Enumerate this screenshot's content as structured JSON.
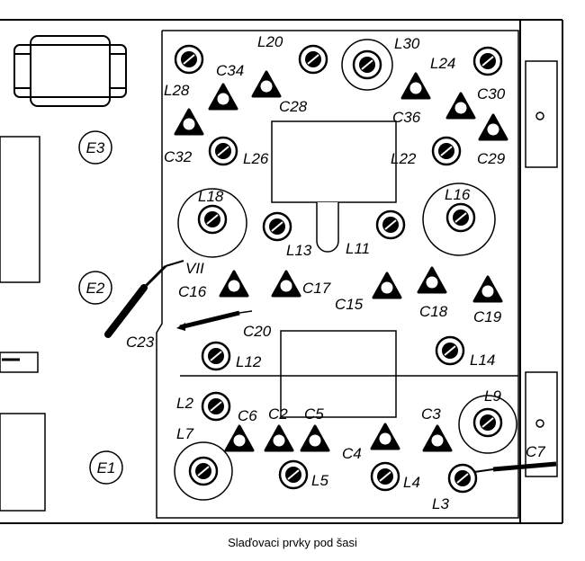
{
  "caption": "Slaďovaci prvky pod šasi",
  "labels": {
    "E1": "E1",
    "E2": "E2",
    "E3": "E3",
    "L2": "L2",
    "L3": "L3",
    "L4": "L4",
    "L5": "L5",
    "L7": "L7",
    "L9": "L9",
    "L11": "L11",
    "L12": "L12",
    "L13": "L13",
    "L14": "L14",
    "L16": "L16",
    "L18": "L18",
    "L20": "L20",
    "L22": "L22",
    "L24": "L24",
    "L26": "L26",
    "L28": "L28",
    "L30": "L30",
    "C2": "C2",
    "C3": "C3",
    "C4": "C4",
    "C5": "C5",
    "C6": "C6",
    "C7": "C7",
    "C15": "C15",
    "C16": "C16",
    "C17": "C17",
    "C18": "C18",
    "C19": "C19",
    "C20": "C20",
    "C23": "C23",
    "C28": "C28",
    "C29": "C29",
    "C30": "C30",
    "C32": "C32",
    "C34": "C34",
    "C36": "C36",
    "VII": "VII"
  }
}
